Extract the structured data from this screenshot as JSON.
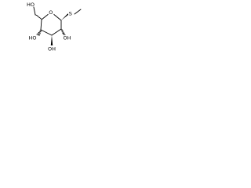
{
  "structure": {
    "labels": {
      "ring_oxygen": "O",
      "sulfur": "S",
      "hydroxymethyl": "HO",
      "hydroxyl_4": "HO",
      "hydroxyl_3": "OH",
      "hydroxyl_2": "OH"
    },
    "colors": {
      "bond": "#000000",
      "text": "#000000",
      "background": "#ffffff"
    }
  }
}
